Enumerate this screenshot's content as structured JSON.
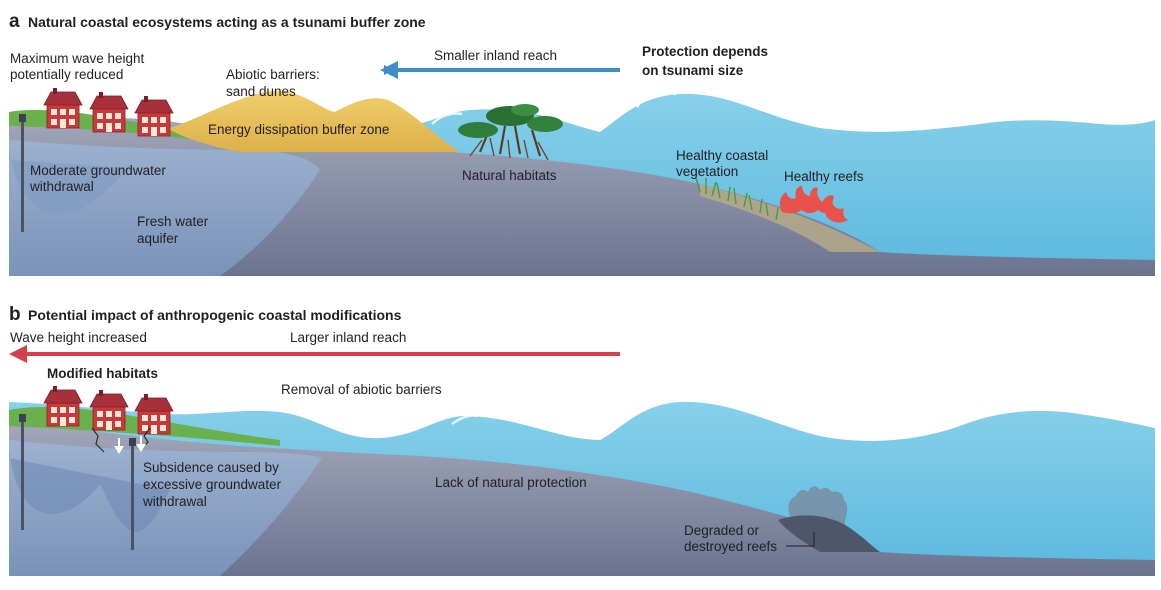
{
  "panel_a": {
    "letter": "a",
    "title": "Natural coastal ecosystems acting as a tsunami buffer zone",
    "arrow_color": "#3f8ec7",
    "labels": {
      "max_wave_1": "Maximum wave height",
      "max_wave_2": "potentially reduced",
      "abiotic_1": "Abiotic barriers:",
      "abiotic_2": "sand dunes",
      "smaller_reach": "Smaller inland reach",
      "protection_1": "Protection depends",
      "protection_2": "on tsunami size",
      "buffer_zone": "Energy dissipation buffer zone",
      "groundwater_1": "Moderate groundwater",
      "groundwater_2": "withdrawal",
      "natural_habitats": "Natural habitats",
      "coastal_veg_1": "Healthy coastal",
      "coastal_veg_2": "vegetation",
      "healthy_reefs": "Healthy reefs",
      "aquifer_1": "Fresh water",
      "aquifer_2": "aquifer"
    }
  },
  "panel_b": {
    "letter": "b",
    "title": "Potential impact of anthropogenic coastal modifications",
    "arrow_color": "#d6404a",
    "labels": {
      "wave_increased": "Wave height increased",
      "larger_reach": "Larger inland reach",
      "modified_habitats": "Modified habitats",
      "removal_barriers": "Removal of abiotic barriers",
      "subsidence_1": "Subsidence caused by",
      "subsidence_2": "excessive groundwater",
      "subsidence_3": "withdrawal",
      "lack_protection": "Lack of natural protection",
      "degraded_1": "Degraded or",
      "degraded_2": "destroyed reefs"
    }
  },
  "colors": {
    "sea": "#6cc3e3",
    "sea_light": "#bde6f3",
    "ground": "#8d93aa",
    "ground_dark": "#6f7590",
    "aquifer": "#86a5cc",
    "grass": "#6ab04c",
    "sand": "#e8c15a",
    "house_wall": "#c9393c",
    "reef": "#e8524a",
    "dead_reef": "#5d6478"
  }
}
